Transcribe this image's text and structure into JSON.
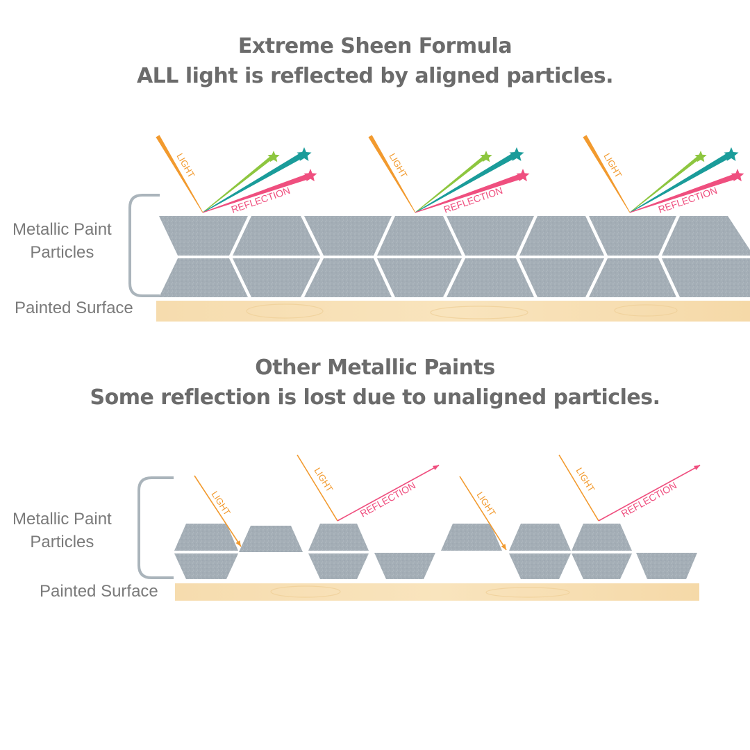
{
  "section_top": {
    "title_line1": "Extreme Sheen Formula",
    "title_line2": "ALL light is reflected by aligned particles.",
    "particles_label_line1": "Metallic Paint",
    "particles_label_line2": "Particles",
    "surface_label": "Painted Surface",
    "light_label": "LIGHT",
    "reflection_label": "REFLECTION"
  },
  "section_bottom": {
    "title_line1": "Other Metallic Paints",
    "title_line2": "Some reflection is lost due to unaligned particles.",
    "particles_label_line1": "Metallic Paint",
    "particles_label_line2": "Particles",
    "surface_label": "Painted Surface",
    "light_label": "LIGHT",
    "reflection_label": "REFLECTION"
  },
  "colors": {
    "title": "#6b6b6b",
    "label": "#7a7a7a",
    "particle": "#a3adb5",
    "bracket": "#aab4bb",
    "surface": "#f7deb0",
    "light": "#f29a2e",
    "reflection": "#ef4f7f",
    "green_star": "#8dc63f",
    "teal_star": "#1a9c9a"
  }
}
